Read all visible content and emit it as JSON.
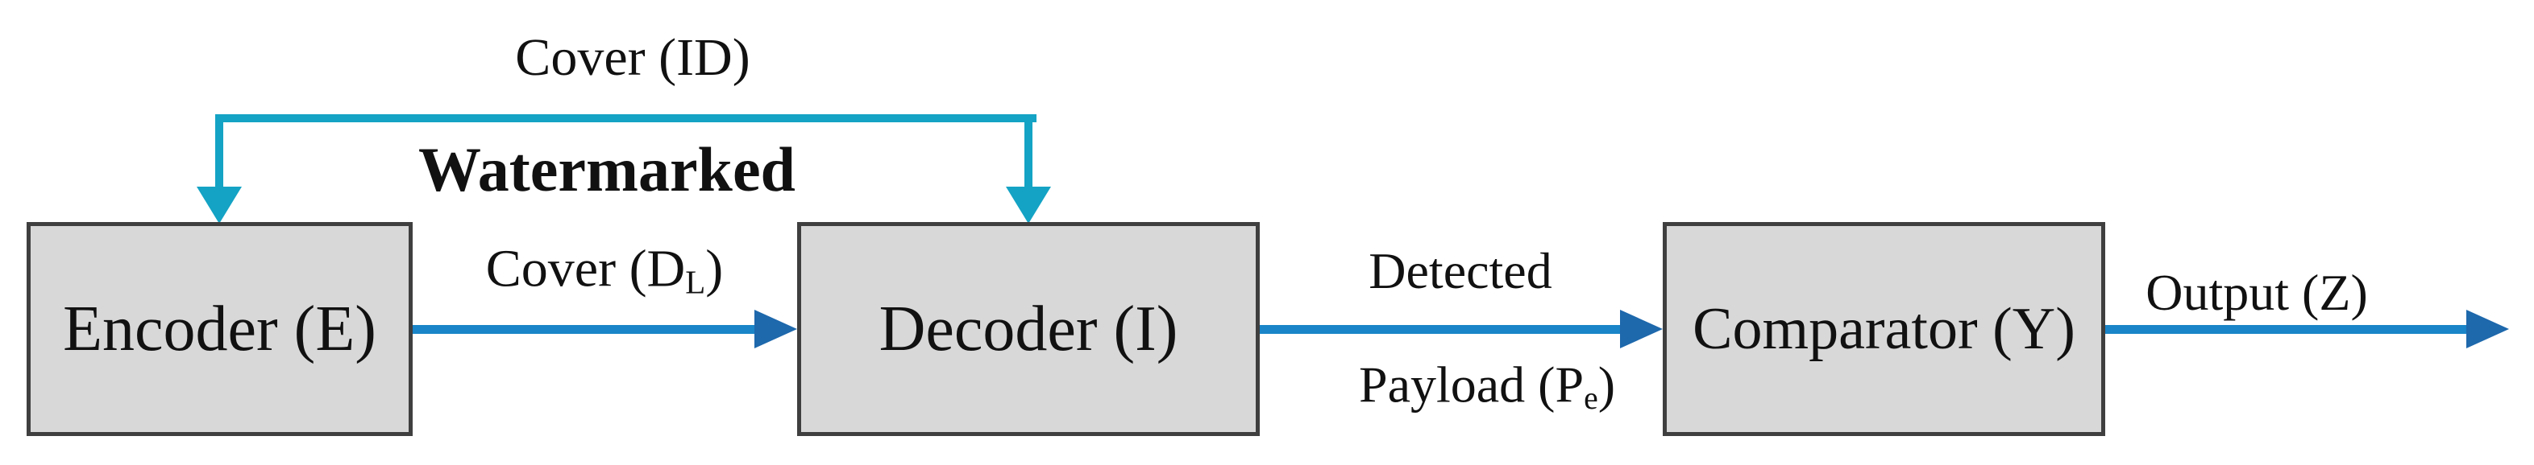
{
  "colors": {
    "background": "#ffffff",
    "text": "#111111",
    "box_fill": "#d8d8d8",
    "box_border": "#3f3f3f",
    "teal": "#14a3c4",
    "blue": "#1a85c8",
    "blue_dark": "#1e68ac"
  },
  "diagram": {
    "type": "watermarking-block-diagram",
    "blocks": [
      {
        "id": "encoder",
        "label": "Encoder (E)"
      },
      {
        "id": "decoder",
        "label": "Decoder (I)"
      },
      {
        "id": "comparator",
        "label": "Comparator (Y)"
      }
    ],
    "labels": {
      "cover_id": "Cover (ID)",
      "watermarked": "Watermarked",
      "cover_dl": {
        "pre": "Cover (D",
        "sub": "L",
        "post": ")"
      },
      "detected": "Detected",
      "payload": {
        "pre": "Payload (P",
        "sub": "e",
        "post": ")"
      },
      "output": "Output (Z)"
    },
    "edges": [
      {
        "from": "cover-source",
        "to": "encoder",
        "label": "Cover (ID)",
        "style": "teal"
      },
      {
        "from": "cover-source",
        "to": "decoder",
        "label": "Cover (ID)",
        "style": "teal"
      },
      {
        "from": "encoder",
        "to": "decoder",
        "label": "Watermarked Cover (DL)",
        "style": "blue"
      },
      {
        "from": "decoder",
        "to": "comparator",
        "label": "Detected Payload (Pe)",
        "style": "blue"
      },
      {
        "from": "comparator",
        "to": "out",
        "label": "Output (Z)",
        "style": "blue"
      }
    ]
  }
}
